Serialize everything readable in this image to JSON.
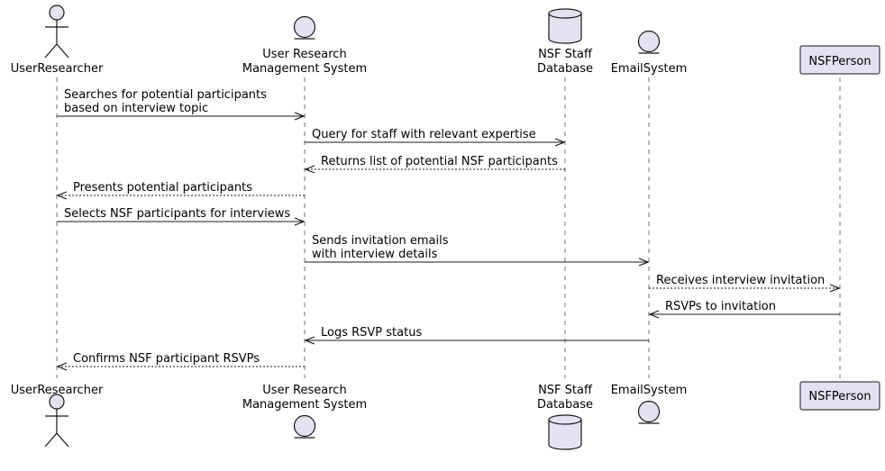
{
  "participants": [
    {
      "id": "researcher",
      "kind": "actor",
      "label_lines": [
        "UserResearcher"
      ]
    },
    {
      "id": "urms",
      "kind": "entity",
      "label_lines": [
        "User Research",
        "Management System"
      ]
    },
    {
      "id": "nsfdb",
      "kind": "database",
      "label_lines": [
        "NSF Staff",
        "Database"
      ]
    },
    {
      "id": "email",
      "kind": "entity",
      "label_lines": [
        "EmailSystem"
      ]
    },
    {
      "id": "nsfperson",
      "kind": "box",
      "label_lines": [
        "NSFPerson"
      ]
    }
  ],
  "messages": [
    {
      "from": "researcher",
      "to": "urms",
      "style": "solid",
      "lines": [
        "Searches for potential participants",
        "based on interview topic"
      ]
    },
    {
      "from": "urms",
      "to": "nsfdb",
      "style": "solid",
      "lines": [
        "Query for staff with relevant expertise"
      ]
    },
    {
      "from": "nsfdb",
      "to": "urms",
      "style": "dashed",
      "lines": [
        "Returns list of potential NSF participants"
      ]
    },
    {
      "from": "urms",
      "to": "researcher",
      "style": "dashed",
      "lines": [
        "Presents potential participants"
      ]
    },
    {
      "from": "researcher",
      "to": "urms",
      "style": "solid",
      "lines": [
        "Selects NSF participants for interviews"
      ]
    },
    {
      "from": "urms",
      "to": "email",
      "style": "solid",
      "lines": [
        "Sends invitation emails",
        "with interview details"
      ]
    },
    {
      "from": "email",
      "to": "nsfperson",
      "style": "dashed",
      "lines": [
        "Receives interview invitation"
      ]
    },
    {
      "from": "nsfperson",
      "to": "email",
      "style": "solid",
      "lines": [
        "RSVPs to invitation"
      ]
    },
    {
      "from": "email",
      "to": "urms",
      "style": "solid",
      "lines": [
        "Logs RSVP status"
      ]
    },
    {
      "from": "urms",
      "to": "researcher",
      "style": "dashed",
      "lines": [
        "Confirms NSF participant RSVPs"
      ]
    }
  ],
  "colors": {
    "participant_fill": "#e2e2f0",
    "participant_stroke": "#181818",
    "lifeline": "#181818",
    "arrow": "#181818",
    "text": "#000000"
  }
}
